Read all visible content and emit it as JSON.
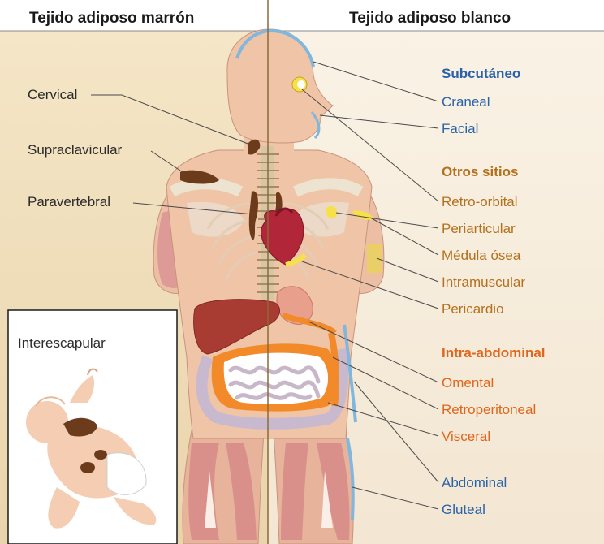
{
  "headers": {
    "left": "Tejido adiposo marrón",
    "right": "Tejido adiposo blanco"
  },
  "brown_labels": {
    "cervical": "Cervical",
    "supraclavicular": "Supraclavicular",
    "paravertebral": "Paravertebral",
    "interescapular": "Interescapular"
  },
  "white_sections": {
    "subcutaneo": "Subcutáneo",
    "otros": "Otros sitios",
    "intra": "Intra-abdominal"
  },
  "white_labels": {
    "craneal": "Craneal",
    "facial": "Facial",
    "retro_orbital": "Retro-orbital",
    "periarticular": "Periarticular",
    "medula": "Médula ósea",
    "intramuscular": "Intramuscular",
    "pericardio": "Pericardio",
    "omental": "Omental",
    "retroperitoneal": "Retroperitoneal",
    "visceral": "Visceral",
    "abdominal": "Abdominal",
    "gluteal": "Gluteal"
  },
  "colors": {
    "brown_bg": "#f1dfbd",
    "white_bg": "#f7efe2",
    "skin": "#f0c4a6",
    "brown_fat": "#6b3b1c",
    "blue_label": "#2a63a8",
    "orange_label": "#e0661c",
    "gold_label": "#b5701e"
  }
}
